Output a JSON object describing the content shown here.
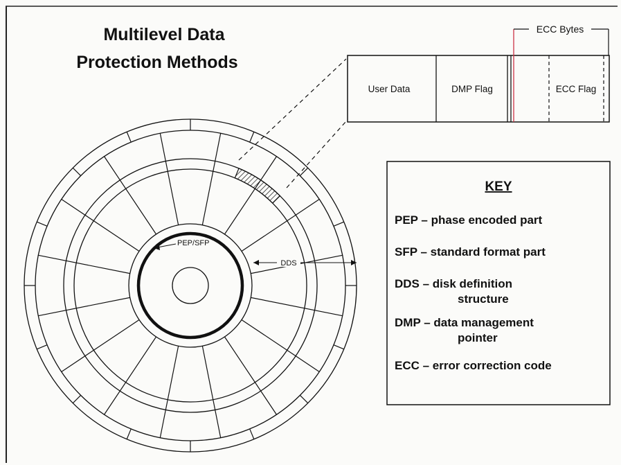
{
  "title": {
    "line1": "Multilevel Data",
    "line2": "Protection Methods"
  },
  "sector_format": {
    "fields": [
      "User Data",
      "DMP Flag",
      "ECC Flag"
    ],
    "ecc_bytes_label": "ECC Bytes"
  },
  "disk_labels": {
    "pep_sfp": "PEP/SFP",
    "dds": "DDS"
  },
  "key": {
    "heading": "KEY",
    "items": [
      {
        "line1": "PEP – phase encoded part",
        "line2": ""
      },
      {
        "line1": "SFP – standard format part",
        "line2": ""
      },
      {
        "line1": "DDS – disk definition",
        "line2": "structure"
      },
      {
        "line1": "DMP – data management",
        "line2": "pointer"
      },
      {
        "line1": "ECC – error correction code",
        "line2": ""
      }
    ]
  },
  "colors": {
    "ink": "#111111",
    "ecc_marker": "#cc3344",
    "background": "#fbfbf9"
  }
}
